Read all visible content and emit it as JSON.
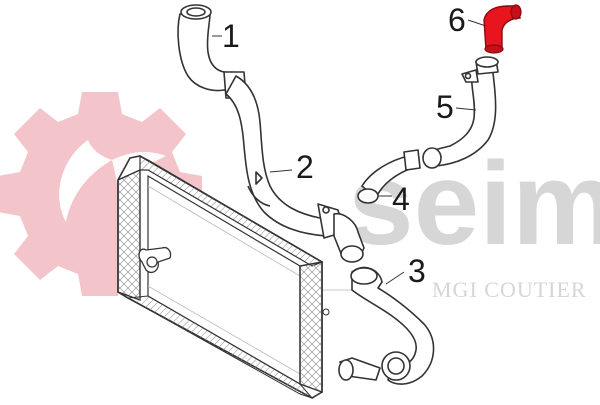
{
  "callouts": [
    {
      "id": "1",
      "label": "1"
    },
    {
      "id": "2",
      "label": "2"
    },
    {
      "id": "3",
      "label": "3"
    },
    {
      "id": "4",
      "label": "4"
    },
    {
      "id": "5",
      "label": "5"
    },
    {
      "id": "6",
      "label": "6"
    }
  ],
  "watermark": {
    "logo_text": "seim",
    "brand_text": "MGI COUTIER",
    "gear_color": "#f3c1c8",
    "logo_color": "#d0d0d0"
  },
  "highlight": {
    "part": "6",
    "color": "#e8141e"
  },
  "colors": {
    "line": "#333333",
    "fill": "#ffffff",
    "hatch": "#777777"
  }
}
